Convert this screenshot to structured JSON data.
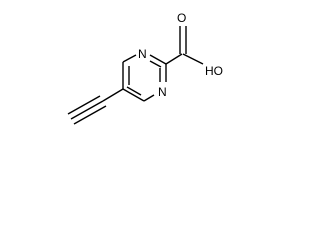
{
  "molecule": {
    "atoms": {
      "n_ring_top": "N",
      "n_ring_right": "N",
      "oxygen_carbonyl": "O",
      "hydroxyl": "HO"
    }
  }
}
